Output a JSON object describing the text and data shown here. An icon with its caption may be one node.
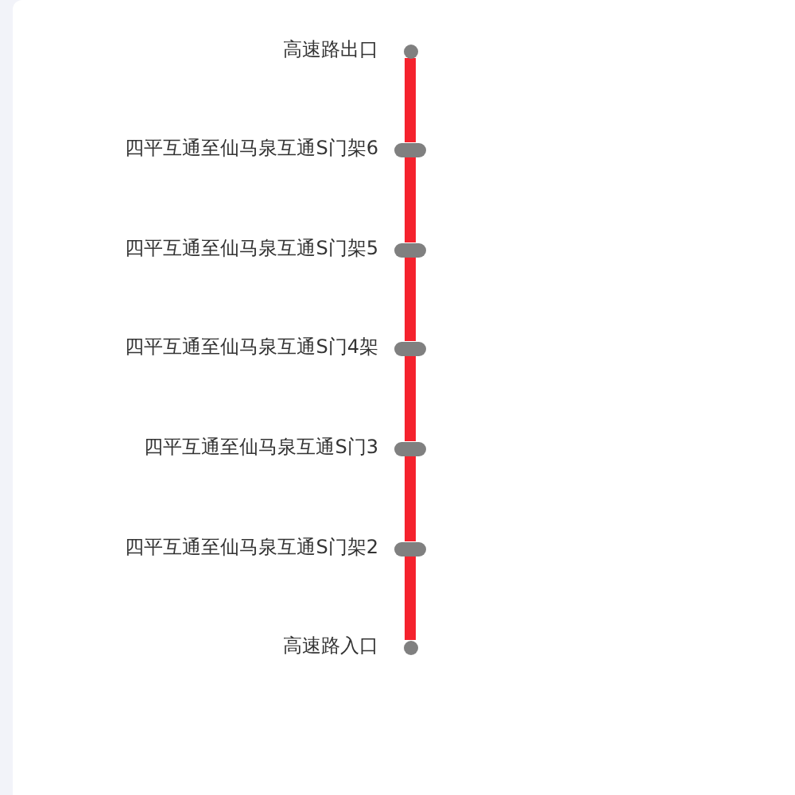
{
  "diagram": {
    "nodes": [
      {
        "text": [],
        "shape": "circle",
        "beside": [
          "高速路出口"
        ]
      },
      {
        "text": [],
        "shape": "bar",
        "beside": [
          "四平互通至仙马泉互通S门架6"
        ]
      },
      {
        "text": [],
        "shape": "bar",
        "beside": [
          "四平互通至仙马泉互通S门架5"
        ]
      },
      {
        "text": [],
        "shape": "bar",
        "beside": [
          "四平互通至仙马泉互通S门4架"
        ]
      },
      {
        "text": [],
        "shape": "bar",
        "beside": [
          "四平互通至仙马泉互通S门3"
        ]
      },
      {
        "text": [],
        "shape": "bar",
        "beside": [
          "四平互通至仙马泉互通S门架2"
        ]
      },
      {
        "text": [],
        "shape": "circle",
        "beside": [
          "高速路入口"
        ]
      }
    ],
    "edges": [
      {
        "from": 0,
        "to": 1,
        "arrow": "none"
      },
      {
        "from": 1,
        "to": 2,
        "arrow": "none"
      },
      {
        "from": 2,
        "to": 3,
        "arrow": "none"
      },
      {
        "from": 3,
        "to": 4,
        "arrow": "none"
      },
      {
        "from": 4,
        "to": 5,
        "arrow": "none"
      },
      {
        "from": 5,
        "to": 6,
        "arrow": "none"
      }
    ]
  }
}
